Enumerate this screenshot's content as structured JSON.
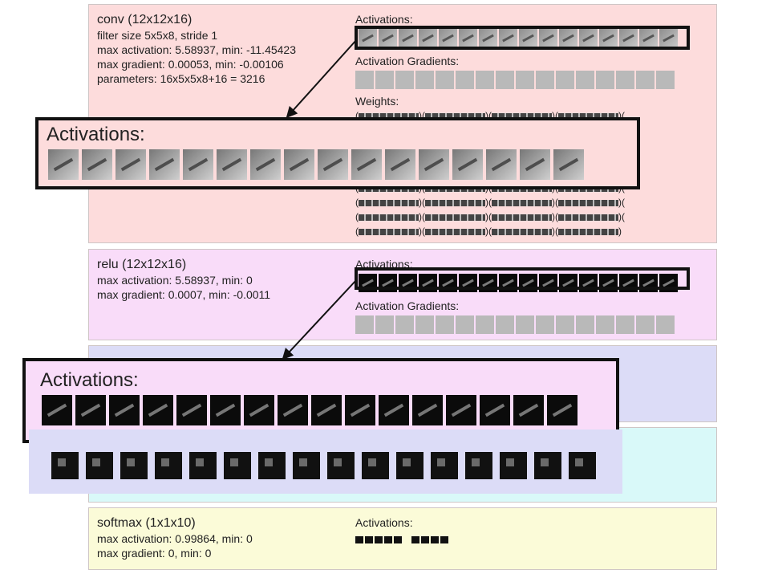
{
  "layers": {
    "conv": {
      "title": "conv (12x12x16)",
      "lines": [
        "filter size 5x5x8, stride 1",
        "max activation: 5.58937, min: -11.45423",
        "max gradient: 0.00053, min: -0.00106",
        "parameters: 16x5x5x8+16 = 3216"
      ],
      "activations_label": "Activations:",
      "gradients_label": "Activation Gradients:",
      "weights_label": "Weights:"
    },
    "relu": {
      "title": "relu (12x12x16)",
      "lines": [
        "max activation: 5.58937, min: 0",
        "max gradient: 0.0007, min: -0.0011"
      ],
      "activations_label": "Activations:",
      "gradients_label": "Activation Gradients:"
    },
    "softmax": {
      "title": "softmax (1x1x10)",
      "lines": [
        "max activation: 0.99864, min: 0",
        "max gradient: 0, min: 0"
      ],
      "activations_label": "Activations:"
    }
  },
  "zoom": {
    "conv_title": "Activations:",
    "relu_title": "Activations:"
  },
  "colors": {
    "conv_bg": "#fddcdc",
    "relu_bg": "#f9dcf9",
    "pool_bg": "#dcdcf7",
    "fc_bg": "#d9f9f9",
    "softmax_bg": "#fbfbd8"
  }
}
